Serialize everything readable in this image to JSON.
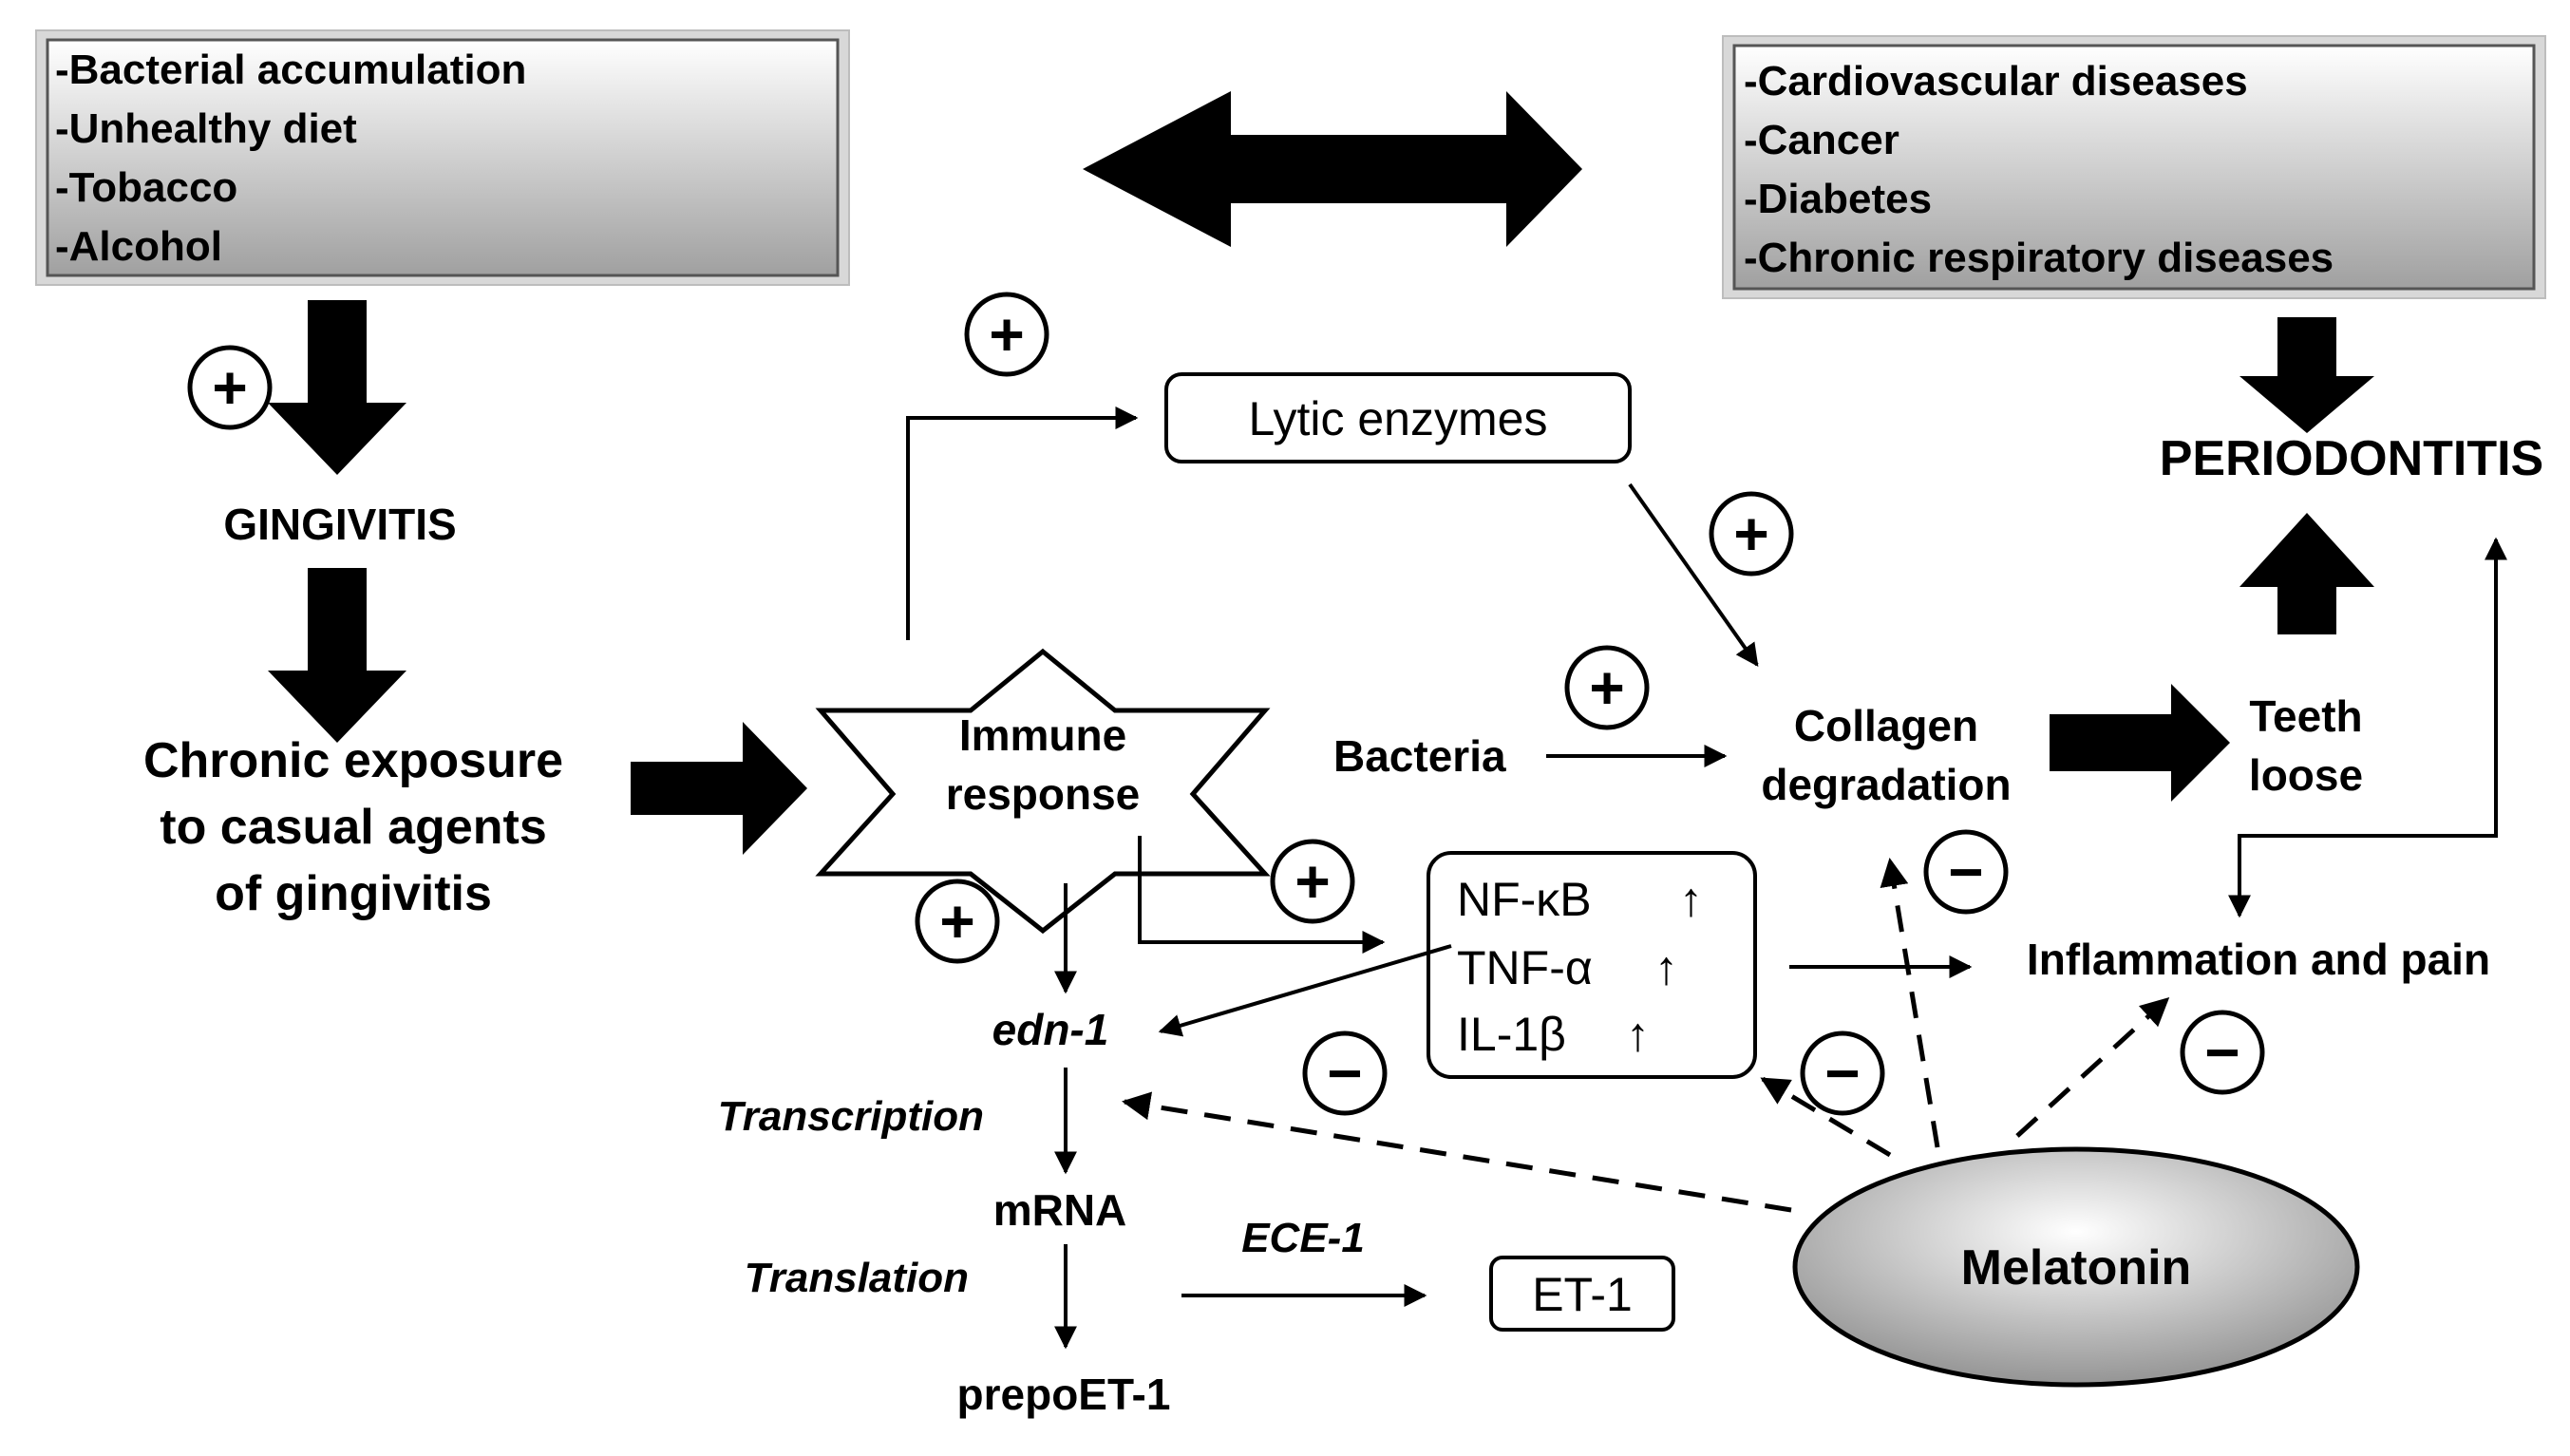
{
  "risk_factors": [
    "-Bacterial accumulation",
    "-Unhealthy diet",
    "-Tobacco",
    "-Alcohol"
  ],
  "systemic_diseases": [
    "-Cardiovascular diseases",
    "-Cancer",
    "-Diabetes",
    "-Chronic respiratory diseases"
  ],
  "nodes": {
    "gingivitis": "GINGIVITIS",
    "chronic_exposure": [
      "Chronic exposure",
      "to casual agents",
      "of gingivitis"
    ],
    "immune_response": [
      "Immune",
      "response"
    ],
    "lytic_enzymes": "Lytic enzymes",
    "bacteria": "Bacteria",
    "collagen_degradation": [
      "Collagen",
      "degradation"
    ],
    "teeth_loose": [
      "Teeth",
      "loose"
    ],
    "periodontitis": "PERIODONTITIS",
    "inflammation_and_pain": "Inflammation and pain",
    "cytokines": [
      "NF-κB",
      "TNF-α",
      "IL-1β"
    ],
    "cytokine_trend": "↑",
    "edn1": "edn-1",
    "mrna": "mRNA",
    "prepoet1": "prepoET-1",
    "et1": "ET-1",
    "melatonin": "Melatonin"
  },
  "process_labels": {
    "transcription": "Transcription",
    "translation": "Translation",
    "ece1": "ECE-1"
  },
  "signs": {
    "plus": "+",
    "minus": "−"
  },
  "colors": {
    "ink": "#000000",
    "box_gradient_light": "#ffffff",
    "box_gradient_dark": "#9e9e9e"
  }
}
